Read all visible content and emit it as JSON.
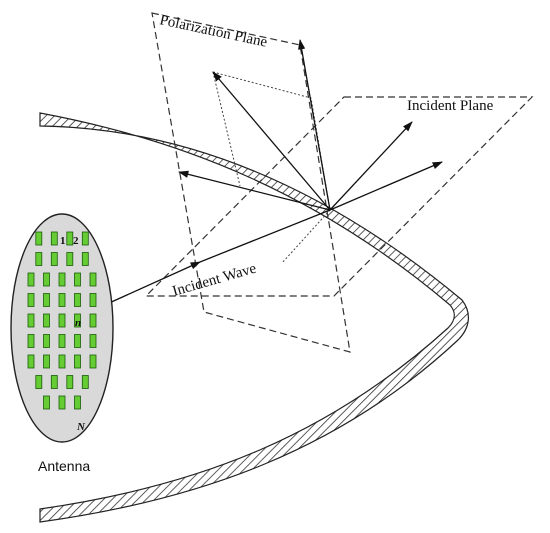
{
  "labels": {
    "polarization_plane": "Polarization Plane",
    "incident_plane": "Incident Plane",
    "incident_wave": "Incident Wave",
    "antenna": "Antenna",
    "element_1": "1",
    "element_2": "2",
    "element_n": "n",
    "element_N": "N"
  },
  "colors": {
    "element_fill": "#66cc33",
    "element_stroke": "#1a5c0a",
    "antenna_fill": "#d9d9d9",
    "line": "#222222"
  },
  "antenna_array": {
    "rows": [
      4,
      4,
      5,
      5,
      5,
      5,
      5,
      4,
      3
    ]
  }
}
